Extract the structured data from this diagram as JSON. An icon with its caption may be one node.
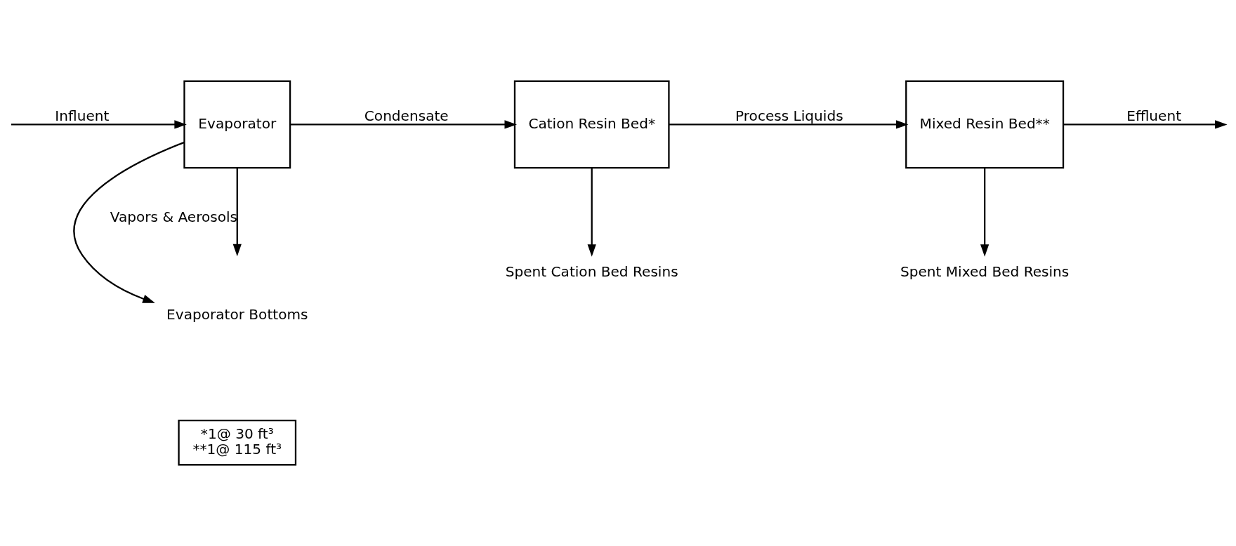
{
  "diagram": {
    "nodes": [
      {
        "text": [
          "Evaporator"
        ]
      },
      {
        "text": [
          "Cation Resin Bed*"
        ]
      },
      {
        "text": [
          "Mixed Resin Bed**"
        ]
      },
      {
        "text": [
          "Evaporator Bottoms"
        ]
      },
      {
        "text": [
          "Spent Cation Bed Resins"
        ]
      },
      {
        "text": [
          "Spent Mixed Bed Resins"
        ]
      },
      {
        "text": [
          "*1@ 30 ft³",
          "**1@ 115 ft³"
        ]
      }
    ],
    "edges": [
      {
        "from": null,
        "to": 0,
        "arrow": "to",
        "label": "Influent"
      },
      {
        "from": 0,
        "to": null,
        "arrow": "to",
        "label": "Vapors & Aerosols"
      },
      {
        "from": 0,
        "to": 1,
        "arrow": "to",
        "label": "Condensate"
      },
      {
        "from": 1,
        "to": 2,
        "arrow": "to",
        "label": "Process Liquids"
      },
      {
        "from": 2,
        "to": null,
        "arrow": "to",
        "label": "Effluent"
      },
      {
        "from": 0,
        "to": 3,
        "arrow": "to"
      },
      {
        "from": 1,
        "to": 4,
        "arrow": "to"
      },
      {
        "from": 2,
        "to": 5,
        "arrow": "to"
      }
    ]
  }
}
